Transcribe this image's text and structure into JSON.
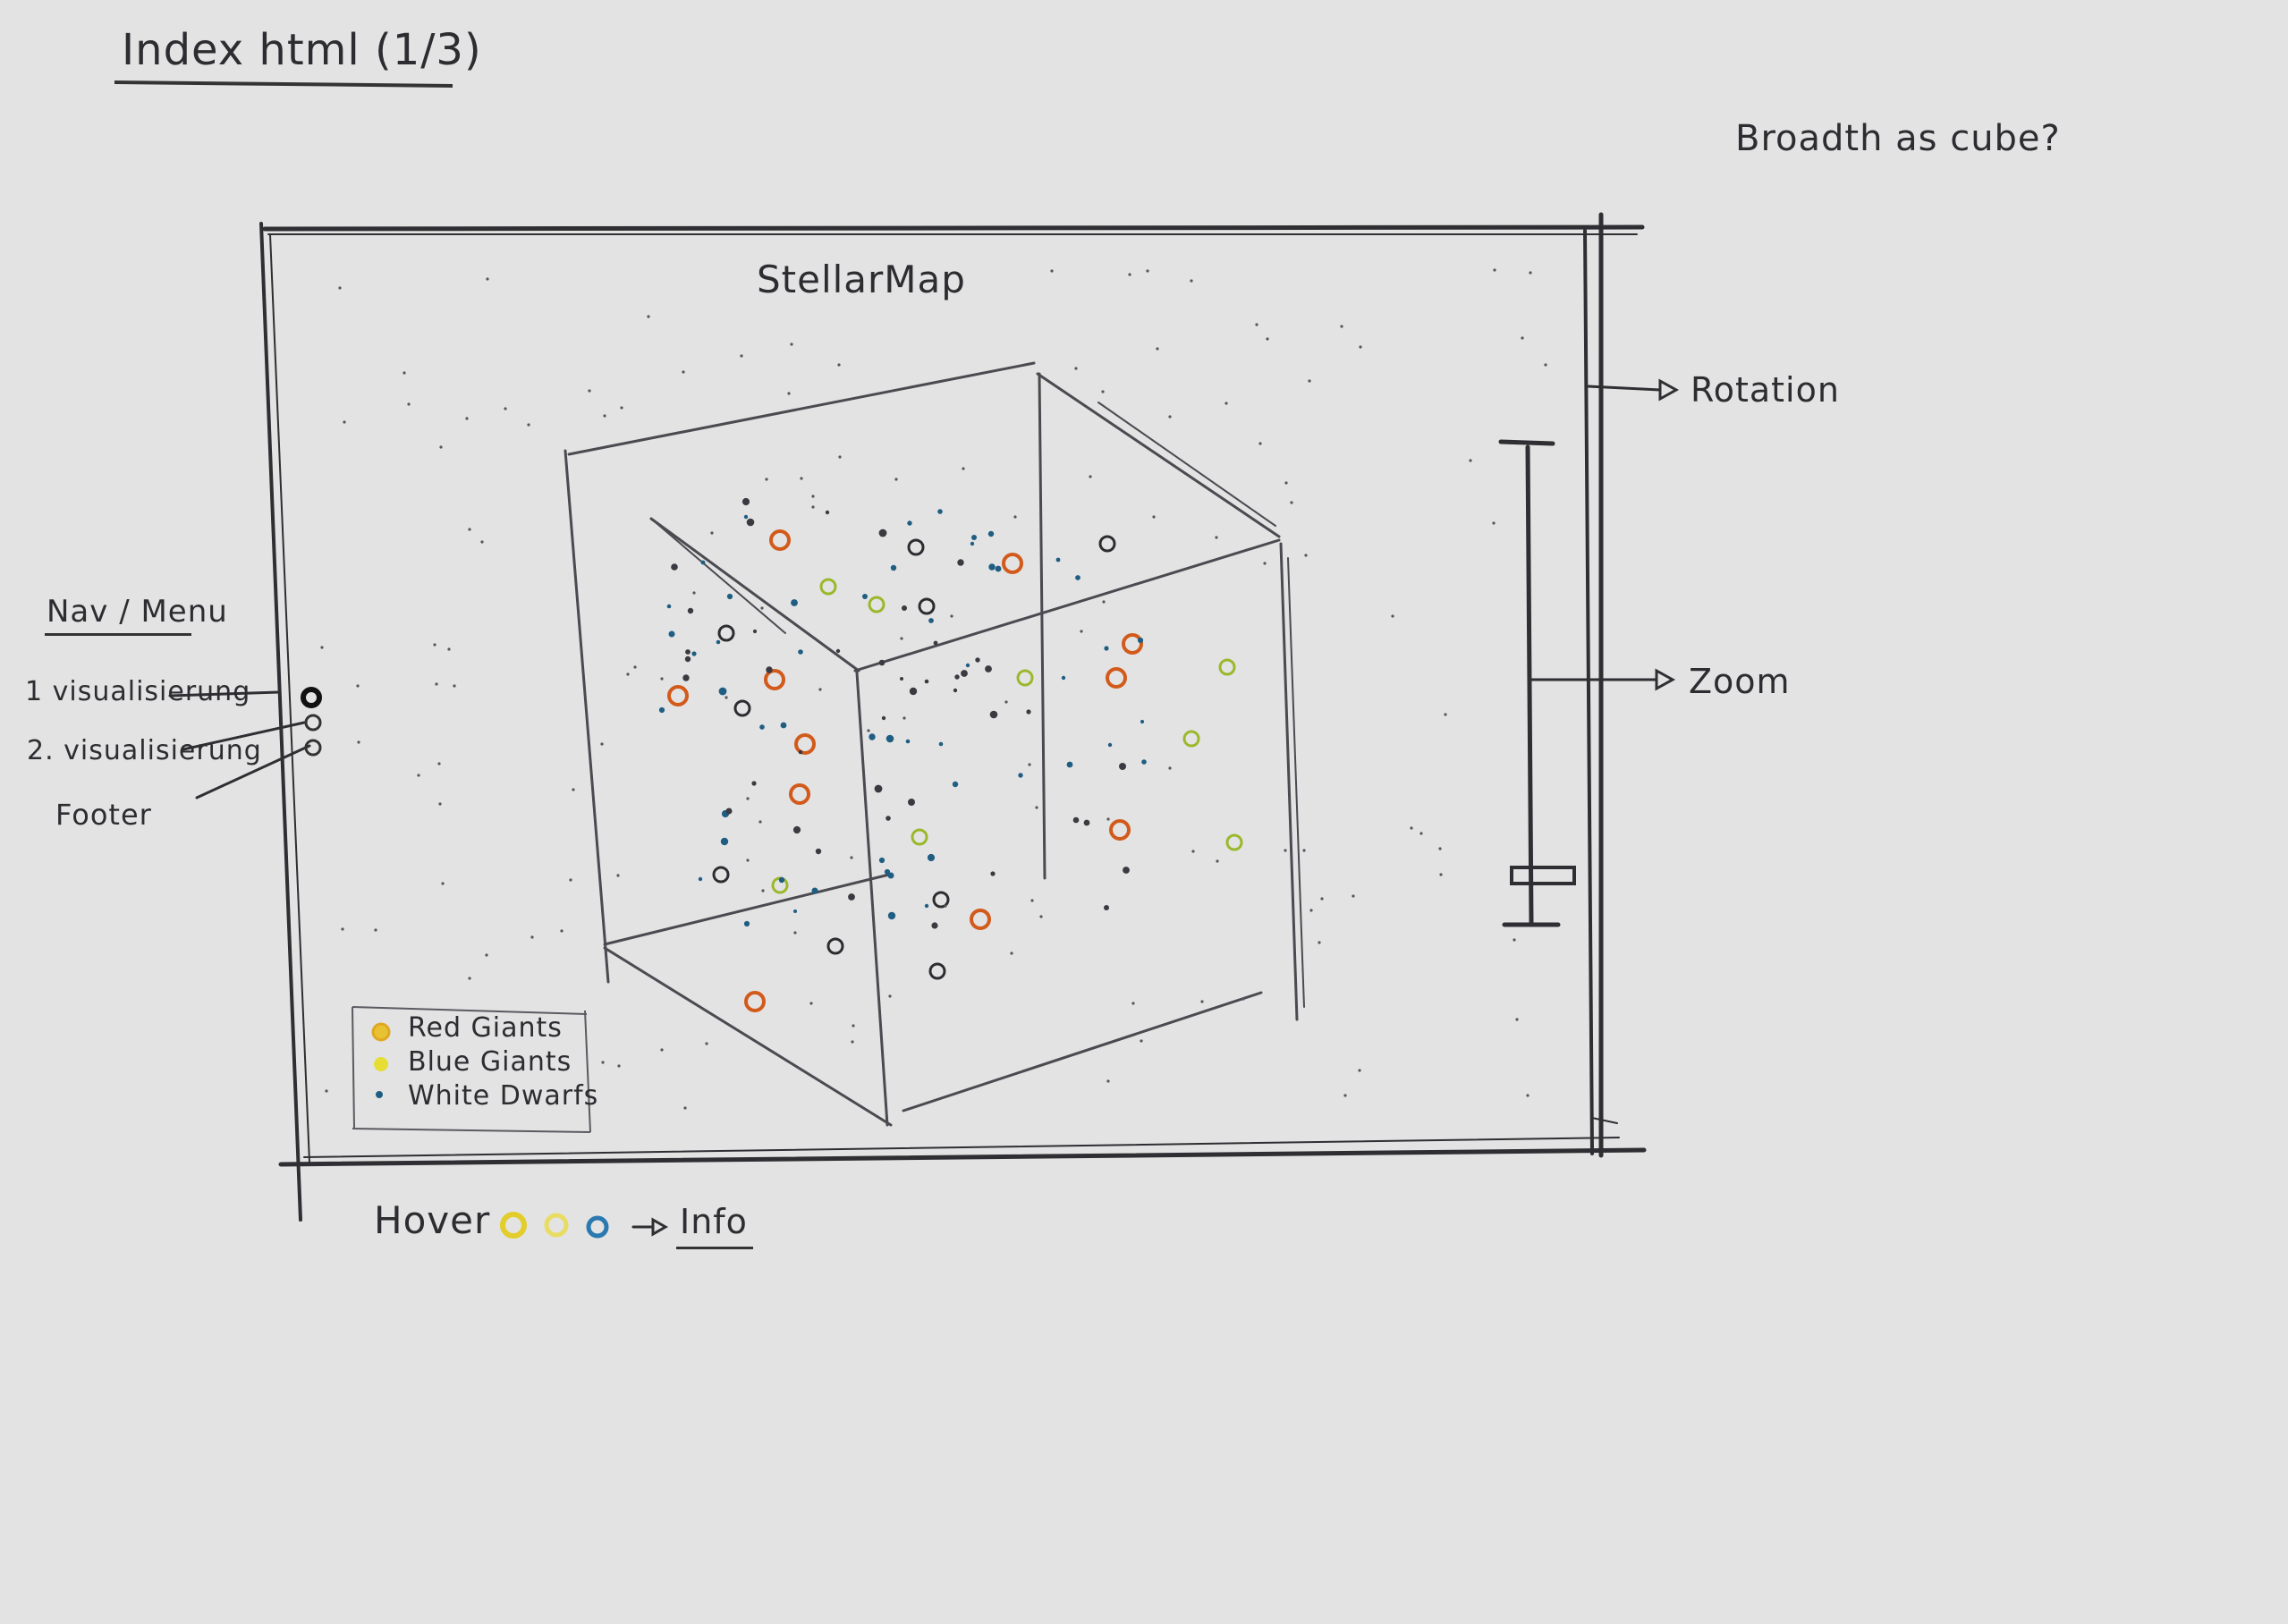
{
  "page_title": "Index html (1/3)",
  "note": "Broadth as cube?",
  "app_title": "StellarMap",
  "nav": {
    "label": "Nav / Menu",
    "items": [
      "1 visualisierung",
      "2. visualisierung",
      "Footer"
    ]
  },
  "annotations": {
    "rotation": "Rotation",
    "zoom": "Zoom",
    "hover": "Hover",
    "info": "Info"
  },
  "legend": [
    {
      "label": "Red Giants",
      "color": "#e8b020"
    },
    {
      "label": "Blue Giants",
      "color": "#e6de34"
    },
    {
      "label": "White Dwarfs",
      "color": "#1f5e82"
    }
  ],
  "colors": {
    "red_giant": "#d25a1b",
    "blue_giant": "#9ab82a",
    "white_dwarf": "#1f5e82",
    "pencil": "#2d2d31"
  }
}
